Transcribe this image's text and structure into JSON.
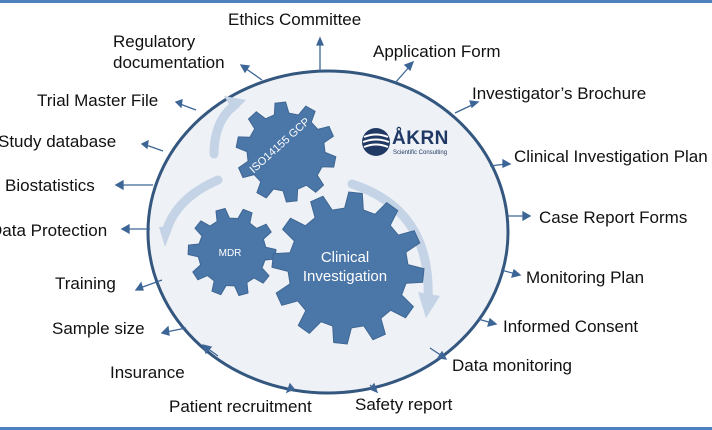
{
  "center": {
    "gear_iso": "ISO14155 GCP",
    "gear_mdr": "MDR",
    "gear_clinical_line1": "Clinical",
    "gear_clinical_line2": "Investigation"
  },
  "logo": {
    "name": "ÅKRN",
    "tagline": "Scientific Consulting"
  },
  "labels": {
    "ethics_committee": "Ethics Committee",
    "application_form": "Application Form",
    "investigators_brochure": "Investigator’s Brochure",
    "clinical_investigation_plan": "Clinical Investigation Plan",
    "case_report_forms": "Case Report Forms",
    "monitoring_plan": "Monitoring Plan",
    "informed_consent": "Informed Consent",
    "data_monitoring": "Data monitoring",
    "safety_report": "Safety report",
    "patient_recruitment": "Patient recruitment",
    "insurance": "Insurance",
    "sample_size": "Sample size",
    "training": "Training",
    "data_protection": "Data Protection",
    "biostatistics": "Biostatistics",
    "study_database": "Study database",
    "trial_master_file": "Trial Master File",
    "regulatory_line1": "Regulatory",
    "regulatory_line2": "documentation"
  },
  "colors": {
    "gear": "#4a76a8",
    "ellipse_fill": "#eef1f5",
    "ellipse_stroke": "#34577f",
    "arrow": "#3d6696",
    "cycle_arrow": "#c5d3e6",
    "frame": "#4f81bd"
  }
}
